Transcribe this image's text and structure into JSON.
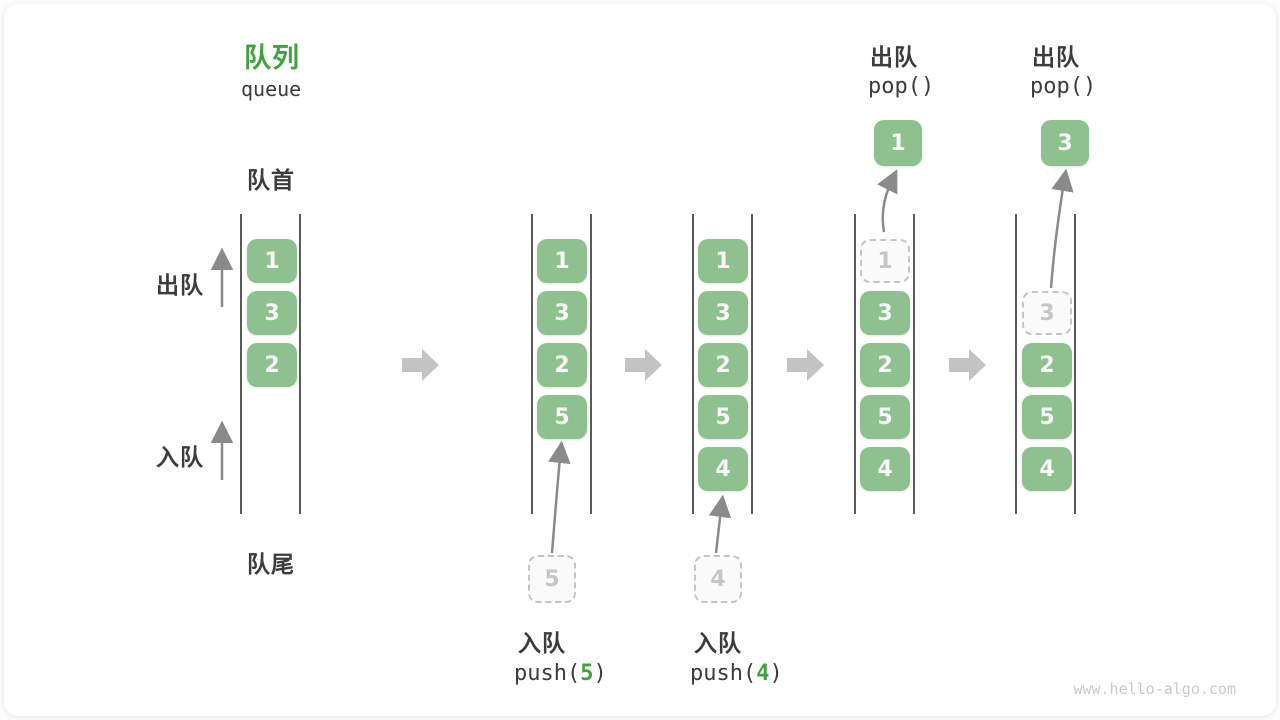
{
  "title": {
    "zh": "队列",
    "en": "queue"
  },
  "side_labels": {
    "front": "队首",
    "rear": "队尾",
    "dequeue": "出队",
    "enqueue": "入队"
  },
  "operations": {
    "push5": {
      "label": "入队",
      "fn_open": "push(",
      "arg": "5",
      "fn_close": ")"
    },
    "push4": {
      "label": "入队",
      "fn_open": "push(",
      "arg": "4",
      "fn_close": ")"
    },
    "pop1": {
      "label": "出队",
      "fn": "pop()"
    },
    "pop3": {
      "label": "出队",
      "fn": "pop()"
    }
  },
  "watermark": "www.hello-algo.com",
  "colors": {
    "box_green": "#8FC08F",
    "accent_green": "#3FA23F",
    "dark_text": "#3C3C3C",
    "ghost_gray": "#C4C4C4",
    "wall_gray": "#5A5A5A",
    "block_arrow_gray": "#C3C3C3",
    "thin_arrow_gray": "#8A8A8A",
    "watermark_gray": "#C9C9C9"
  },
  "queue_states": [
    {
      "boxes": [
        {
          "value": "1",
          "row": 0,
          "style": "solid"
        },
        {
          "value": "3",
          "row": 1,
          "style": "solid"
        },
        {
          "value": "2",
          "row": 2,
          "style": "solid"
        }
      ]
    },
    {
      "boxes": [
        {
          "value": "1",
          "row": 0,
          "style": "solid"
        },
        {
          "value": "3",
          "row": 1,
          "style": "solid"
        },
        {
          "value": "2",
          "row": 2,
          "style": "solid"
        },
        {
          "value": "5",
          "row": 3,
          "style": "solid"
        }
      ],
      "staged": {
        "value": "5"
      }
    },
    {
      "boxes": [
        {
          "value": "1",
          "row": 0,
          "style": "solid"
        },
        {
          "value": "3",
          "row": 1,
          "style": "solid"
        },
        {
          "value": "2",
          "row": 2,
          "style": "solid"
        },
        {
          "value": "5",
          "row": 3,
          "style": "solid"
        },
        {
          "value": "4",
          "row": 4,
          "style": "solid"
        }
      ],
      "staged": {
        "value": "4"
      }
    },
    {
      "boxes": [
        {
          "value": "1",
          "row": 0,
          "style": "ghost"
        },
        {
          "value": "3",
          "row": 1,
          "style": "solid"
        },
        {
          "value": "2",
          "row": 2,
          "style": "solid"
        },
        {
          "value": "5",
          "row": 3,
          "style": "solid"
        },
        {
          "value": "4",
          "row": 4,
          "style": "solid"
        }
      ],
      "popped": {
        "value": "1"
      }
    },
    {
      "boxes": [
        {
          "value": "3",
          "row": 1,
          "style": "ghost"
        },
        {
          "value": "2",
          "row": 2,
          "style": "solid"
        },
        {
          "value": "5",
          "row": 3,
          "style": "solid"
        },
        {
          "value": "4",
          "row": 4,
          "style": "solid"
        }
      ],
      "popped": {
        "value": "3"
      }
    }
  ]
}
